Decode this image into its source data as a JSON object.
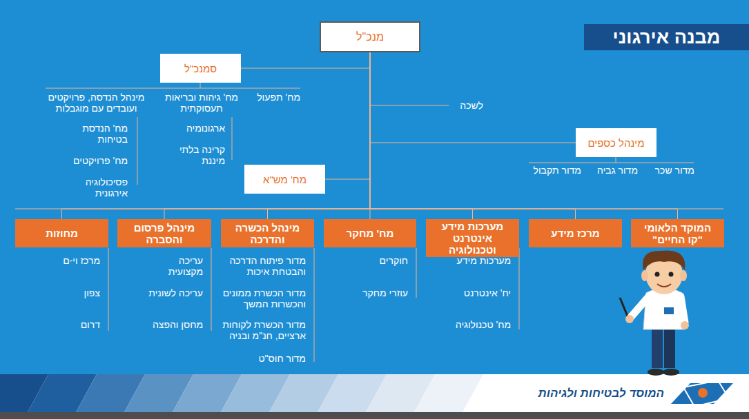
{
  "diagram": {
    "title": "מבנה אירגוני",
    "nodes": [
      {
        "text": [
          "מנכ\"ל"
        ]
      },
      {
        "text": [
          "סמנכ\"ל"
        ]
      },
      {
        "text": [
          "מינהל כספים"
        ]
      },
      {
        "text": [
          "מח' מש\"א"
        ]
      },
      {
        "text": [
          "המוקד הלאומי \"קו החיים\""
        ]
      },
      {
        "text": [
          "מרכז מידע"
        ]
      },
      {
        "text": [
          "מערכות מידע אינטרנט וטכנולוגיה"
        ]
      },
      {
        "text": [
          "מח' מחקר"
        ]
      },
      {
        "text": [
          "מינהל הכשרה והדרכה"
        ]
      },
      {
        "text": [
          "מינהל פרסום והסברה"
        ]
      },
      {
        "text": [
          "מחוזות"
        ]
      }
    ],
    "edges": [
      {
        "from": 0,
        "to": 1,
        "arrow": "none"
      },
      {
        "from": 0,
        "to": 2,
        "arrow": "none"
      },
      {
        "from": 0,
        "to": 3,
        "arrow": "none"
      },
      {
        "from": 0,
        "to": 4,
        "arrow": "none"
      },
      {
        "from": 0,
        "to": 5,
        "arrow": "none"
      },
      {
        "from": 0,
        "to": 6,
        "arrow": "none"
      },
      {
        "from": 0,
        "to": 7,
        "arrow": "none"
      },
      {
        "from": 0,
        "to": 8,
        "arrow": "none"
      },
      {
        "from": 0,
        "to": 9,
        "arrow": "none"
      },
      {
        "from": 0,
        "to": 10,
        "arrow": "none"
      }
    ],
    "labels": [
      "מח' תפעול",
      "מח' גיהות ובריאות תעסוקתית",
      "מינהל הנדסה, פרויקטים ועובדים עם מוגבלות",
      "ארגונומיה",
      "קרינה בלתי מיננת",
      "מח' הנדסת בטיחות",
      "מח' פרויקטים",
      "פסיכולוגיה אירגונית",
      "לשכה",
      "מדור שכר",
      "מדור גביה",
      "מדור תקבול",
      "מערכות מידע",
      "יח' אינטרנט",
      "מח' טכנולוגיה",
      "חוקרים",
      "עוזרי מחקר",
      "מדור פיתוח הדרכה והבטחת איכות",
      "מדור הכשרת ממונים והכשרות המשך",
      "מדור הכשרת לקוחות ארציים, חנ\"מ ובניה",
      "מדור חוס\"ט",
      "עריכה מקצועית",
      "עריכה לשונית",
      "מחסן והפצה",
      "מרכז וי-ם",
      "צפון",
      "דרום",
      "המוסד לבטיחות ולגיהות"
    ]
  }
}
